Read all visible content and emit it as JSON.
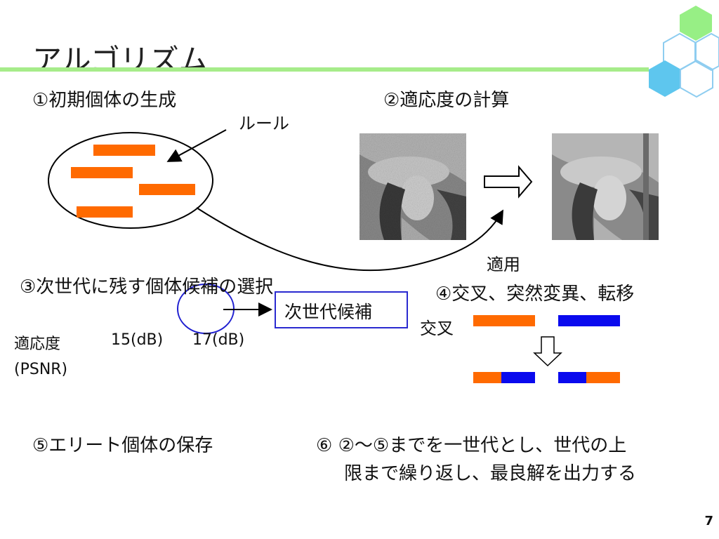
{
  "slide": {
    "title": "アルゴリズム",
    "page_number": "7"
  },
  "steps": {
    "step1": "①初期個体の生成",
    "step2": "②適応度の計算",
    "step3": "③次世代に残す個体候補の選択",
    "step4": "④交叉、突然変異、転移",
    "step5": "⑤エリート個体の保存",
    "step6_line1": "⑥ ②～⑤までを一世代とし、世代の上",
    "step6_line2": "限まで繰り返し、最良解を出力する"
  },
  "labels": {
    "rule": "ルール",
    "apply": "適用",
    "next_gen_candidate": "次世代候補",
    "crossover": "交叉",
    "fitness": "適応度",
    "fitness_value1": "15(dB)",
    "fitness_value2": "17(dB)",
    "psnr": "(PSNR)"
  },
  "colors": {
    "accent_green": "#a6ec8a",
    "hex_green": "#97ef85",
    "hex_blue": "#5ec6ee",
    "rule_orange": "#ff6a00",
    "crossover_blue": "#0a0aee",
    "candidate_circle": "#1f1fd0"
  }
}
